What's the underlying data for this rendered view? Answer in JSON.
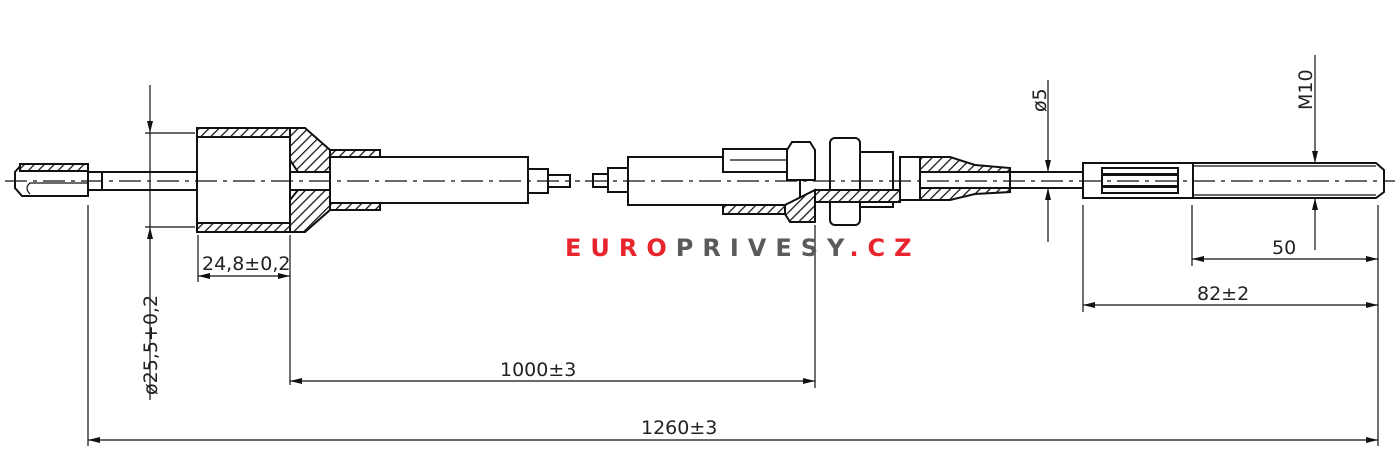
{
  "drawing": {
    "dimensions": {
      "bore_diameter": "ø25,5+0,2",
      "bore_depth": "24,8±0,2",
      "sheath_length": "1000±3",
      "total_length": "1260±3",
      "end_length": "82±2",
      "thread_length": "50",
      "thread_size": "M10",
      "cable_diameter": "ø5"
    },
    "watermark": {
      "part1": "EURO",
      "part2": "PRIVESY",
      "part3": ".CZ",
      "color_primary": "#e8242c",
      "color_secondary": "#5a5a5a"
    }
  }
}
